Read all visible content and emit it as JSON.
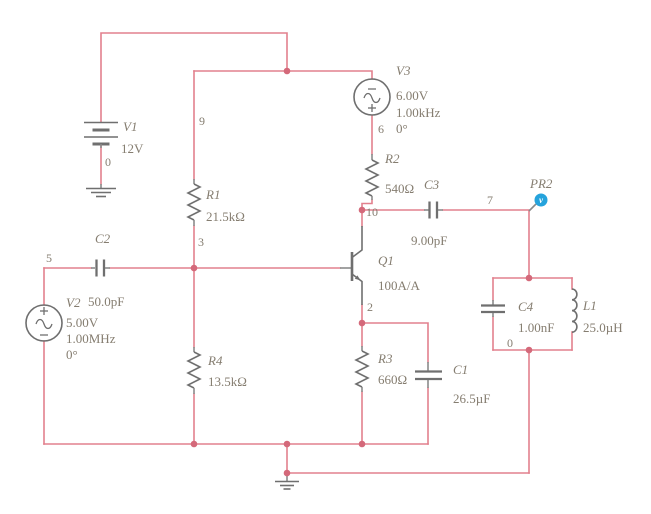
{
  "colors": {
    "wire": "#e2808d",
    "junction": "#d4697a",
    "component": "#6f6f6f",
    "label": "#857d70",
    "probe": "#25a3dc",
    "background": "#ffffff"
  },
  "components": {
    "v1": {
      "ref": "V1",
      "value": "12V"
    },
    "v2": {
      "ref": "V2",
      "line1": "5.00V",
      "line2": "1.00MHz",
      "line3": "0°"
    },
    "v3": {
      "ref": "V3",
      "line1": "6.00V",
      "line2": "1.00kHz",
      "line3": "0°"
    },
    "r1": {
      "ref": "R1",
      "value": "21.5kΩ"
    },
    "r2": {
      "ref": "R2",
      "value": "540Ω"
    },
    "r3": {
      "ref": "R3",
      "value": "660Ω"
    },
    "r4": {
      "ref": "R4",
      "value": "13.5kΩ"
    },
    "c1": {
      "ref": "C1",
      "value": "26.5µF"
    },
    "c2": {
      "ref": "C2",
      "value": "50.0pF"
    },
    "c3": {
      "ref": "C3",
      "value": "9.00pF"
    },
    "c4": {
      "ref": "C4",
      "value": "1.00nF"
    },
    "l1": {
      "ref": "L1",
      "value": "25.0µH"
    },
    "q1": {
      "ref": "Q1",
      "value": "100A/A"
    }
  },
  "nodes": {
    "n0_v1": "0",
    "n0_tank": "0",
    "n2": "2",
    "n3": "3",
    "n5": "5",
    "n6": "6",
    "n7": "7",
    "n9": "9",
    "n10": "10"
  },
  "probe": {
    "ref": "PR2",
    "symbol": "v"
  }
}
